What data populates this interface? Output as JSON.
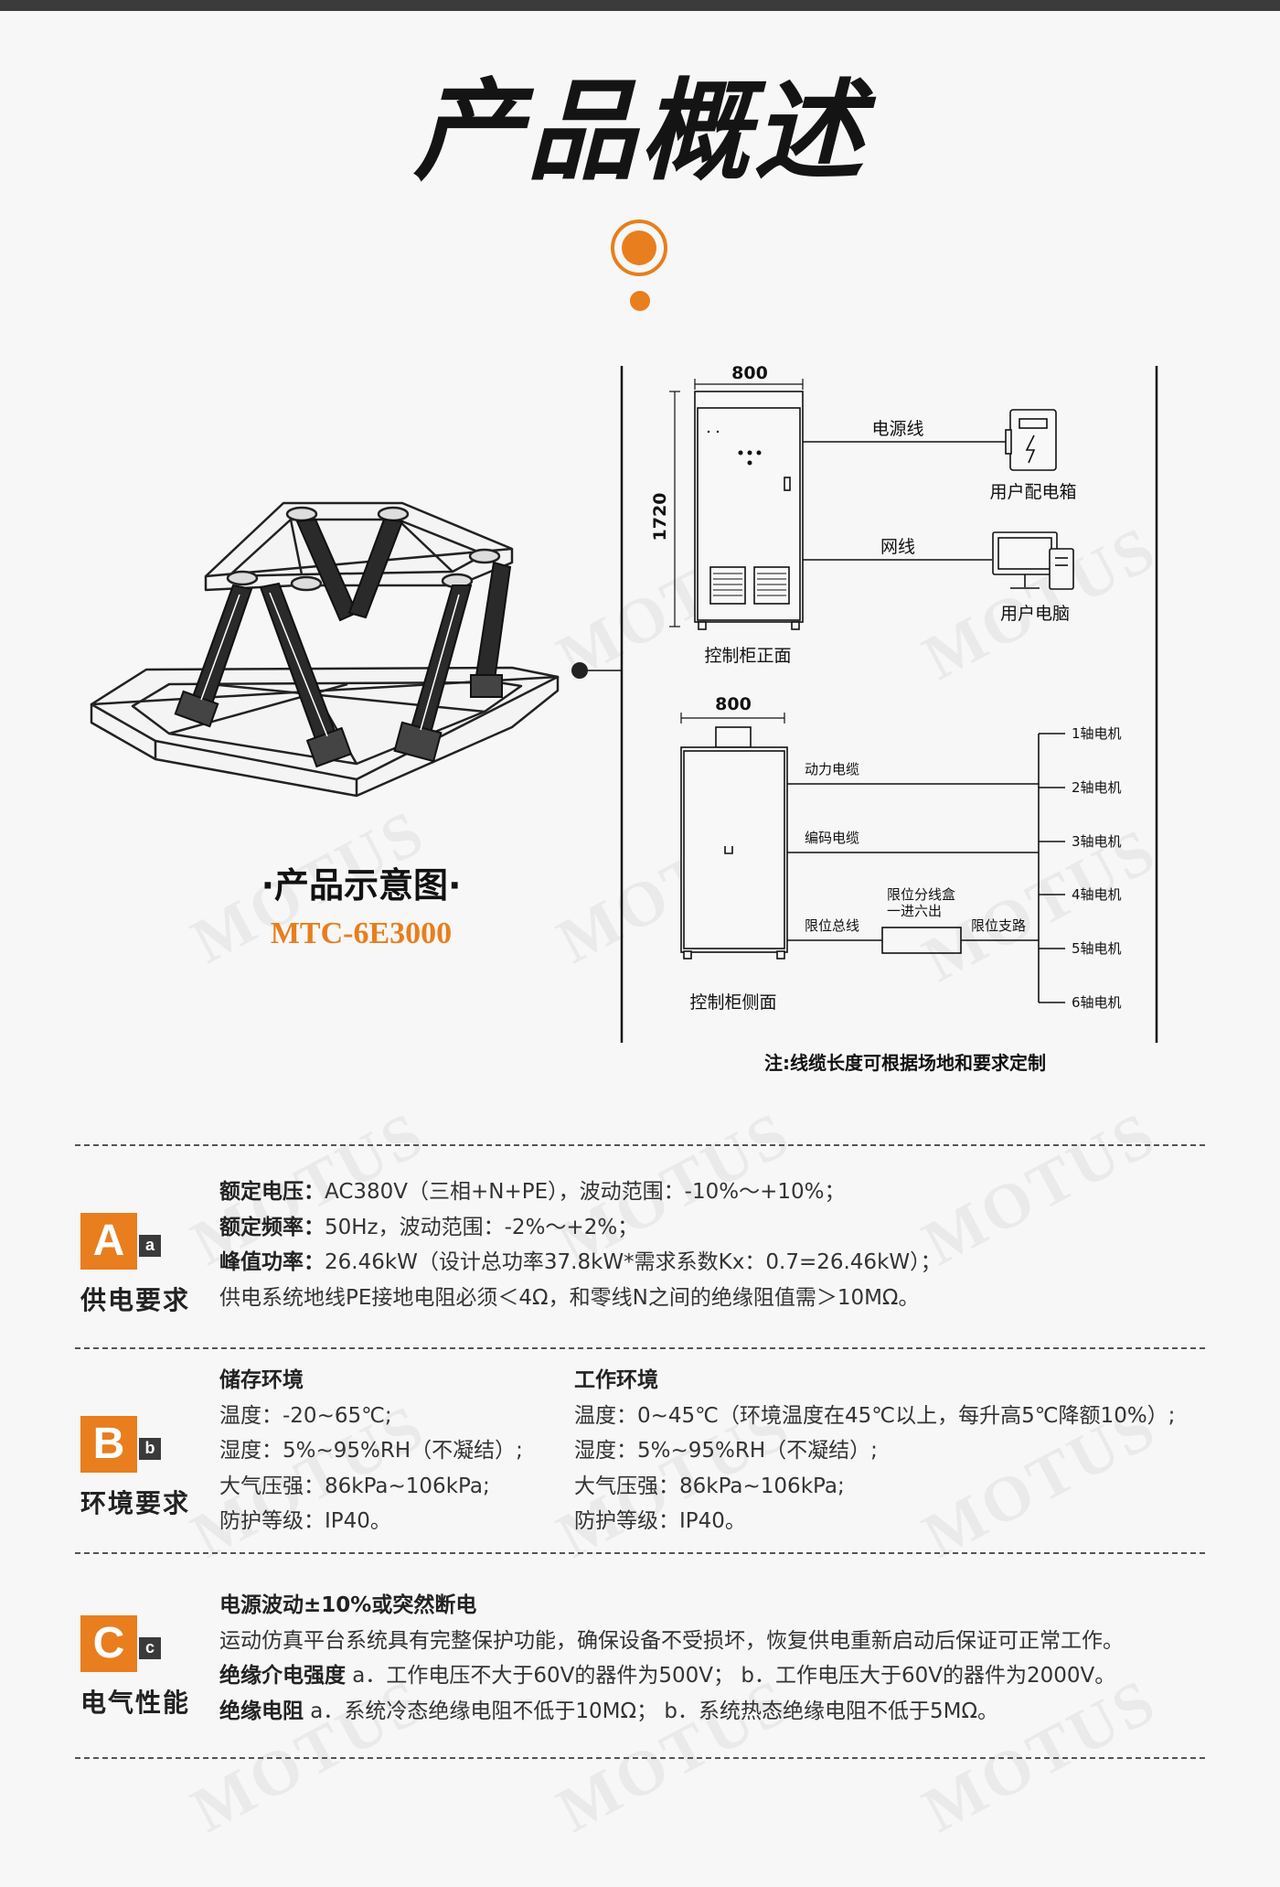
{
  "page": {
    "title": "产品概述",
    "watermark": "MOTUS",
    "accent_color": "#e87e1e"
  },
  "product": {
    "caption": "·产品示意图·",
    "model": "MTC-6E3000"
  },
  "diagram": {
    "front_width": "800",
    "front_height": "1720",
    "front_label": "控制柜正面",
    "power_line": "电源线",
    "power_box": "用户配电箱",
    "network_line": "网线",
    "user_pc": "用户电脑",
    "side_width": "800",
    "side_label": "控制柜侧面",
    "power_cable": "动力电缆",
    "encoder_cable": "编码电缆",
    "limit_bus": "限位总线",
    "limit_box_1": "限位分线盒",
    "limit_box_2": "一进六出",
    "limit_branch": "限位支路",
    "motors": [
      "1轴电机",
      "2轴电机",
      "3轴电机",
      "4轴电机",
      "5轴电机",
      "6轴电机"
    ],
    "note_label": "注:",
    "note_text": "线缆长度可根据场地和要求定制"
  },
  "sections": {
    "a": {
      "letter": "A",
      "small": "a",
      "title": "供电要求",
      "rows": [
        {
          "label": "额定电压：",
          "text": "AC380V（三相+N+PE），波动范围：-10%～+10%；"
        },
        {
          "label": "额定频率：",
          "text": "50Hz，波动范围：-2%～+2%；"
        },
        {
          "label": "峰值功率：",
          "text": "26.46kW（设计总功率37.8kW*需求系数Kx：0.7=26.46kW）；"
        },
        {
          "label": "",
          "text": "供电系统地线PE接地电阻必须＜4Ω，和零线N之间的绝缘阻值需＞10MΩ。"
        }
      ]
    },
    "b": {
      "letter": "B",
      "small": "b",
      "title": "环境要求",
      "storage": {
        "head": "储存环境",
        "rows": [
          "温度：-20~65℃;",
          "湿度：5%~95%RH（不凝结）;",
          "大气压强：86kPa~106kPa;",
          "防护等级：IP40。"
        ]
      },
      "working": {
        "head": "工作环境",
        "rows": [
          "温度：0~45℃（环境温度在45℃以上，每升高5℃降额10%）;",
          "湿度：5%~95%RH（不凝结）;",
          "大气压强：86kPa~106kPa;",
          "防护等级：IP40。"
        ]
      }
    },
    "c": {
      "letter": "C",
      "small": "c",
      "title": "电气性能",
      "rows": [
        {
          "label": "电源波动±10%或突然断电",
          "text": ""
        },
        {
          "label": "",
          "text": "运动仿真平台系统具有完整保护功能，确保设备不受损坏，恢复供电重新启动后保证可正常工作。"
        },
        {
          "label": "绝缘介电强度",
          "text": " a．工作电压不大于60V的器件为500V； b．工作电压大于60V的器件为2000V。"
        },
        {
          "label": "绝缘电阻",
          "text": " a．系统冷态绝缘电阻不低于10MΩ； b．系统热态绝缘电阻不低于5MΩ。"
        }
      ]
    }
  }
}
